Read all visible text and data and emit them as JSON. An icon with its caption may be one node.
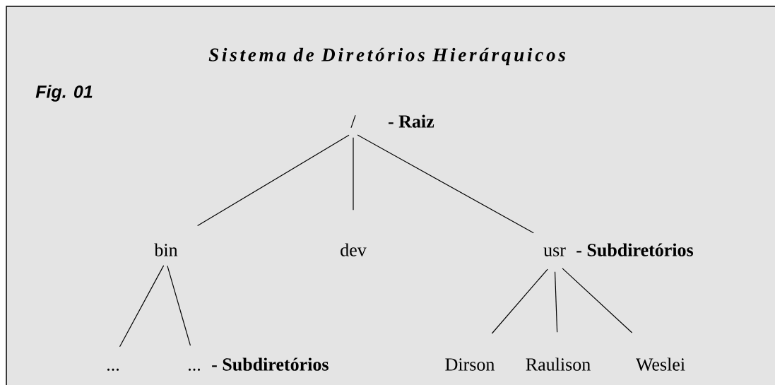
{
  "diagram": {
    "title": "Sistema de Diretórios Hierárquicos",
    "nodes": [
      {
        "text": [
          "/"
        ],
        "beside": [
          "- Raiz"
        ]
      },
      {
        "text": [
          "bin"
        ]
      },
      {
        "text": [
          "dev"
        ]
      },
      {
        "text": [
          "usr"
        ],
        "beside": [
          "- Subdiretórios"
        ]
      },
      {
        "text": [
          "..."
        ]
      },
      {
        "text": [
          "..."
        ],
        "beside": [
          "- Subdiretórios"
        ]
      },
      {
        "text": [
          "Dirson"
        ]
      },
      {
        "text": [
          "Raulison"
        ]
      },
      {
        "text": [
          "Weslei"
        ]
      }
    ],
    "edges": [
      {
        "from": 0,
        "to": 1,
        "arrow": "none"
      },
      {
        "from": 0,
        "to": 2,
        "arrow": "none"
      },
      {
        "from": 0,
        "to": 3,
        "arrow": "none"
      },
      {
        "from": 1,
        "to": 4,
        "arrow": "none"
      },
      {
        "from": 1,
        "to": 5,
        "arrow": "none"
      },
      {
        "from": 3,
        "to": 6,
        "arrow": "none"
      },
      {
        "from": 3,
        "to": 7,
        "arrow": "none"
      },
      {
        "from": 3,
        "to": 8,
        "arrow": "none"
      }
    ],
    "labels": [
      "Fig. 01"
    ]
  }
}
